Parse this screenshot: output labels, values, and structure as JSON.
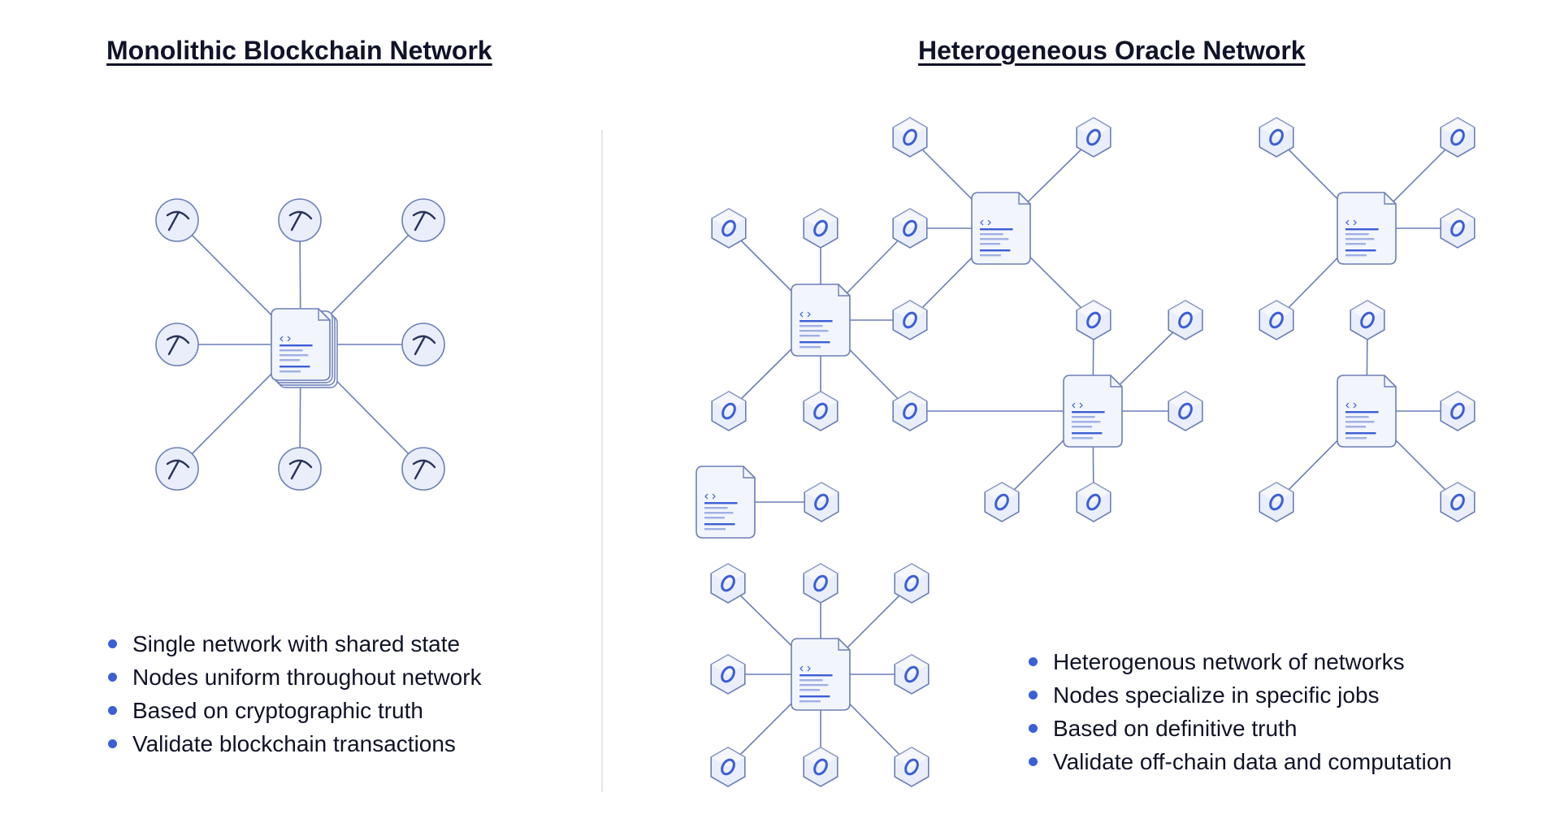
{
  "left_panel": {
    "title": "Monolithic Blockchain Network",
    "bullets": [
      "Single network with shared state",
      "Nodes uniform throughout network",
      "Based on cryptographic truth",
      "Validate blockchain transactions"
    ],
    "node_icon": "pickaxe-icon",
    "center_icon": "stacked-document-icon"
  },
  "right_panel": {
    "title": "Heterogeneous Oracle Network",
    "bullets": [
      "Heterogenous network of networks",
      "Nodes specialize in specific jobs",
      "Based on definitive truth",
      "Validate off-chain data and computation"
    ],
    "node_icon": "chainlink-hexagon-icon",
    "center_icon": "contract-document-icon"
  },
  "colors": {
    "accent": "#3c5fd6",
    "line": "#6c7fb7",
    "node_fill": "#e9eefa",
    "text": "#101328"
  }
}
